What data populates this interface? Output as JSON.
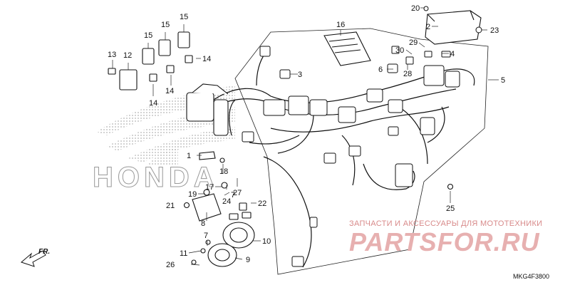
{
  "diagram": {
    "part_code": "MKG4F3800",
    "direction_label": "FR.",
    "brand_watermark": "HONDA",
    "watermark": {
      "caption": "ЗАПЧАСТИ И АКСЕССУАРЫ ДЛЯ МОТОТЕХНИКИ",
      "logo_text": "PARTSFOR.RU"
    },
    "callouts": [
      {
        "id": "c1",
        "label": "1"
      },
      {
        "id": "c2",
        "label": "2"
      },
      {
        "id": "c3",
        "label": "3"
      },
      {
        "id": "c4",
        "label": "4"
      },
      {
        "id": "c5",
        "label": "5"
      },
      {
        "id": "c6",
        "label": "6"
      },
      {
        "id": "c7a",
        "label": "7"
      },
      {
        "id": "c7b",
        "label": "7"
      },
      {
        "id": "c8",
        "label": "8"
      },
      {
        "id": "c9",
        "label": "9"
      },
      {
        "id": "c10",
        "label": "10"
      },
      {
        "id": "c11",
        "label": "11"
      },
      {
        "id": "c12",
        "label": "12"
      },
      {
        "id": "c13",
        "label": "13"
      },
      {
        "id": "c14a",
        "label": "14"
      },
      {
        "id": "c14b",
        "label": "14"
      },
      {
        "id": "c14c",
        "label": "14"
      },
      {
        "id": "c15a",
        "label": "15"
      },
      {
        "id": "c15b",
        "label": "15"
      },
      {
        "id": "c15c",
        "label": "15"
      },
      {
        "id": "c16",
        "label": "16"
      },
      {
        "id": "c17",
        "label": "17"
      },
      {
        "id": "c18",
        "label": "18"
      },
      {
        "id": "c19",
        "label": "19"
      },
      {
        "id": "c20",
        "label": "20"
      },
      {
        "id": "c21",
        "label": "21"
      },
      {
        "id": "c22",
        "label": "22"
      },
      {
        "id": "c23",
        "label": "23"
      },
      {
        "id": "c24",
        "label": "24"
      },
      {
        "id": "c25",
        "label": "25"
      },
      {
        "id": "c26",
        "label": "26"
      },
      {
        "id": "c27",
        "label": "27"
      },
      {
        "id": "c28",
        "label": "28"
      },
      {
        "id": "c29",
        "label": "29"
      },
      {
        "id": "c30",
        "label": "30"
      }
    ]
  }
}
